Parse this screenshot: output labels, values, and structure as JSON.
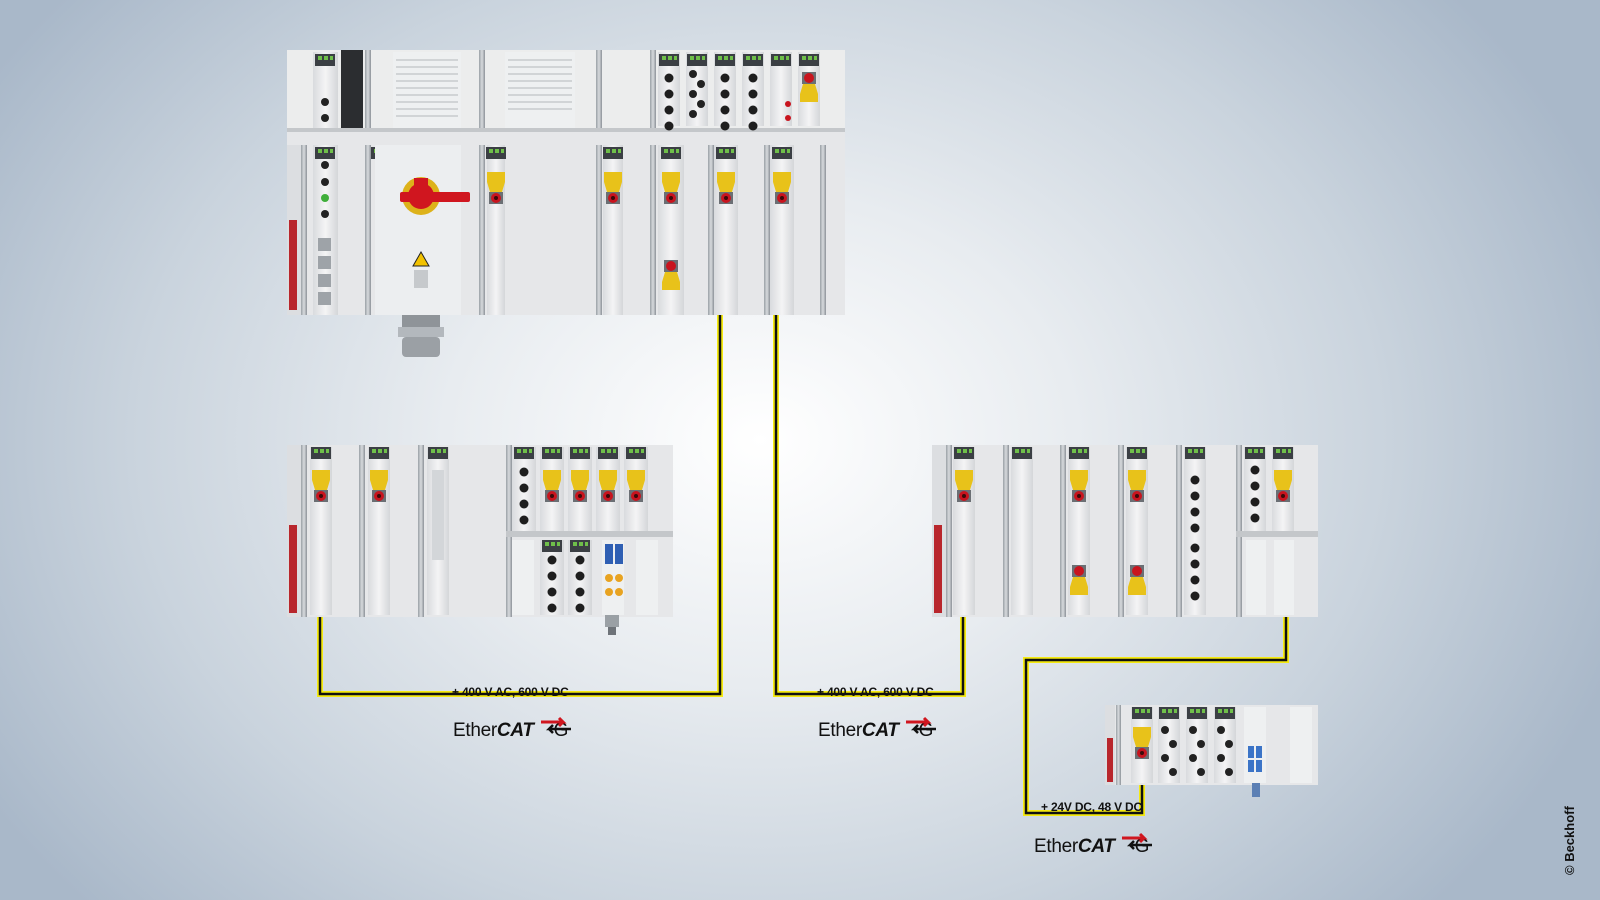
{
  "diagram": {
    "cable_labels": [
      "+ 400 V AC, 600 V DC",
      "+ 400 V AC, 600 V DC",
      "+ 24V DC, 48 V DC"
    ],
    "logos": [
      {
        "part1": "Ether",
        "part2": "CAT",
        "part3": "G"
      },
      {
        "part1": "Ether",
        "part2": "CAT",
        "part3": "G"
      },
      {
        "part1": "Ether",
        "part2": "CAT",
        "part3": "G"
      }
    ],
    "copyright": "© Beckhoff",
    "cable_colors": {
      "yellow": "#f5ea12",
      "black": "#111111"
    },
    "connector_accent": "#e8c21a",
    "connector_red": "#c8141e",
    "switch_red": "#d0161f"
  }
}
